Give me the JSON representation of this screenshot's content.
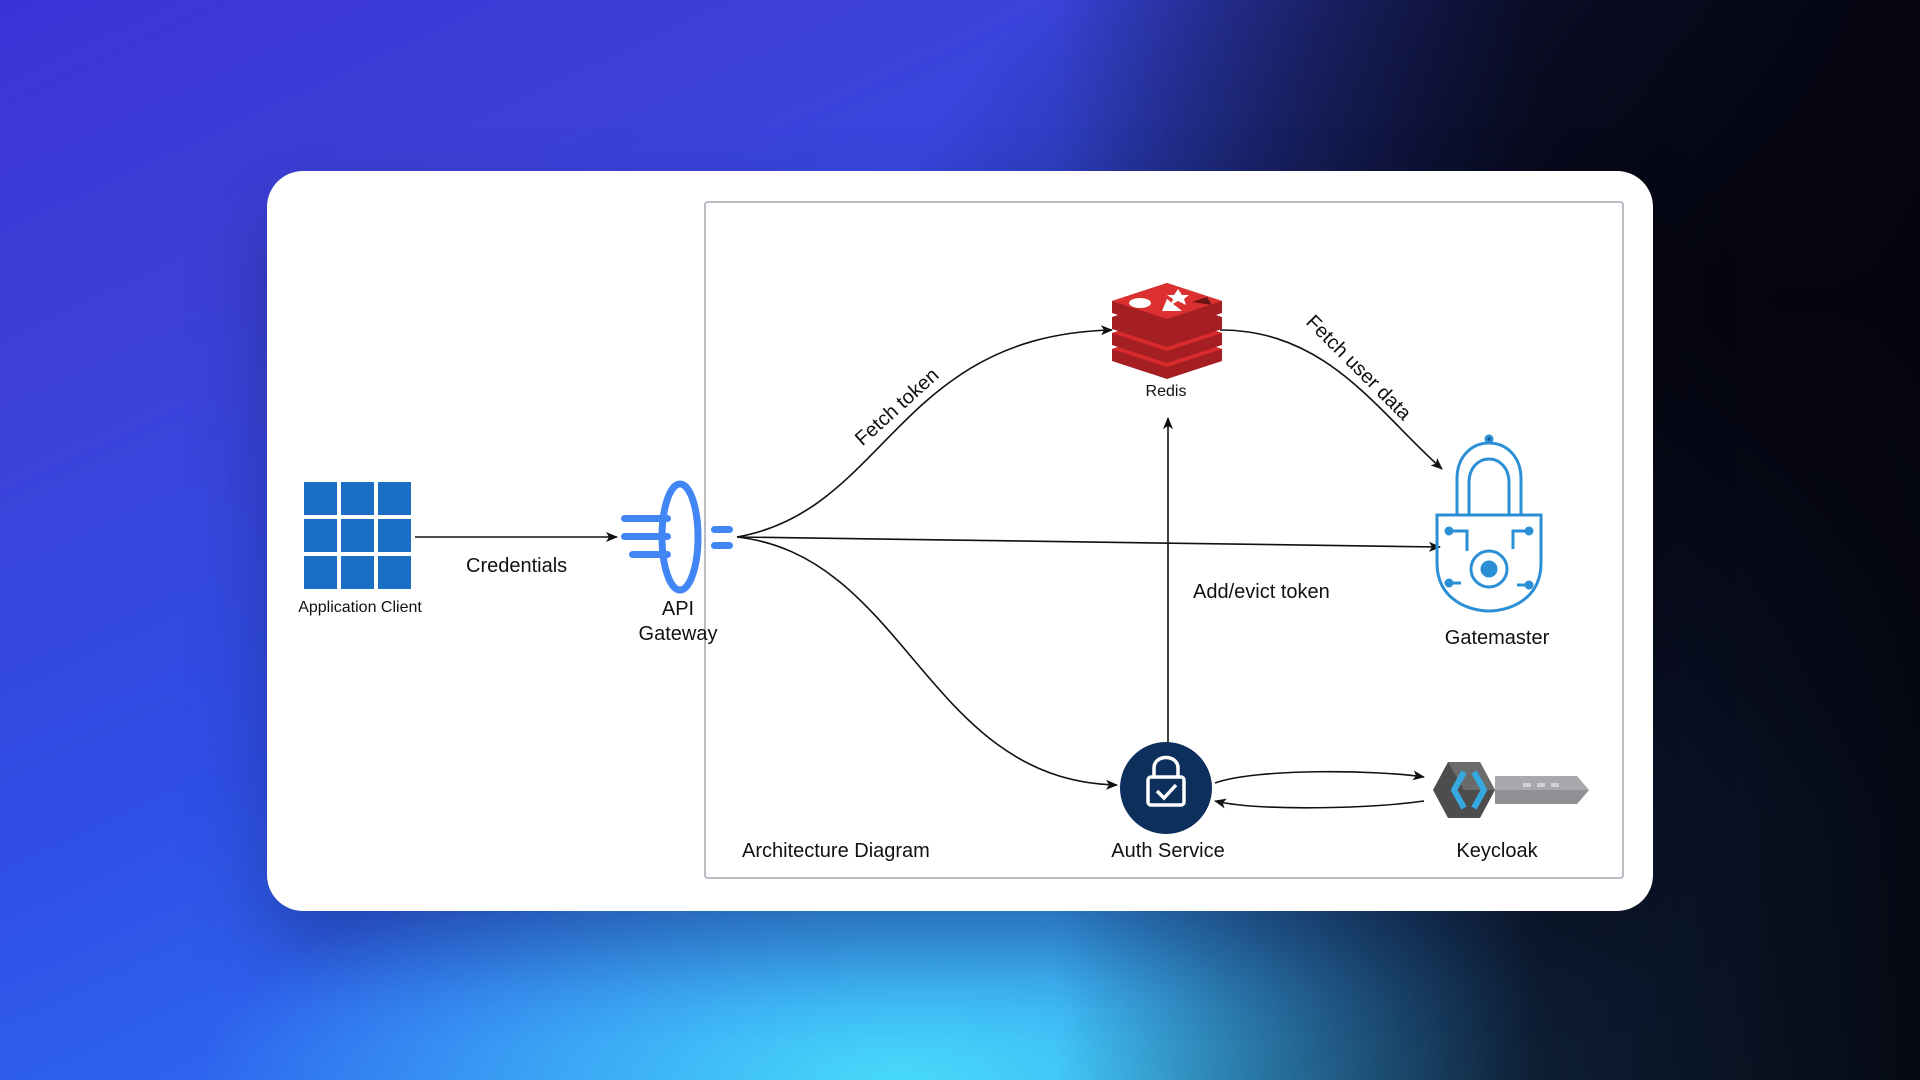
{
  "diagram": {
    "title": "Architecture Diagram",
    "nodes": {
      "application_client": {
        "label": "Application Client",
        "icon": "grid-app-icon",
        "color": "#1a6fc4"
      },
      "api_gateway": {
        "label_line1": "API",
        "label_line2": "Gateway",
        "icon": "api-gateway-icon",
        "color": "#4285f4"
      },
      "redis": {
        "label": "Redis",
        "icon": "redis-icon",
        "color": "#d32f2f"
      },
      "gatemaster": {
        "label": "Gatemaster",
        "icon": "circuit-lock-icon",
        "color": "#2b8fd6"
      },
      "auth_service": {
        "label": "Auth Service",
        "icon": "lock-check-icon",
        "color": "#0d2f5c"
      },
      "keycloak": {
        "label": "Keycloak",
        "icon": "keycloak-key-icon",
        "color": "#36a9e1"
      }
    },
    "edges": {
      "credentials": "Credentials",
      "fetch_token": "Fetch token",
      "fetch_user_data": "Fetch user data",
      "add_evict_token": "Add/evict token"
    }
  }
}
